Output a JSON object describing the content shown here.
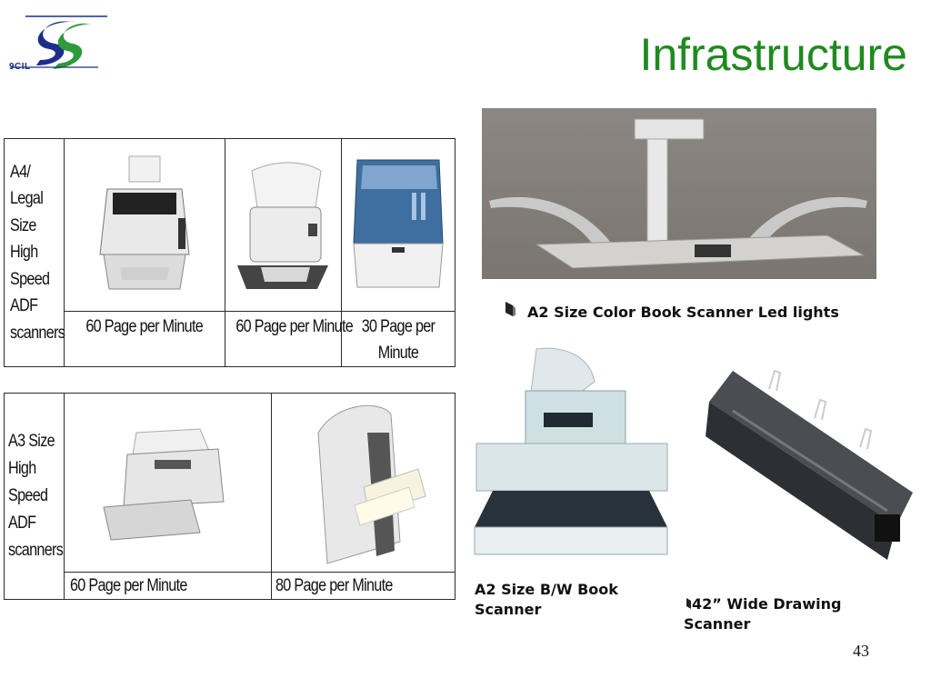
{
  "header": {
    "title": "Infrastructure",
    "logo_text": "9CIL"
  },
  "table_a4": {
    "label_lines": [
      "A4/",
      "Legal",
      "Size",
      "High",
      "Speed",
      "ADF",
      "scanners"
    ],
    "speeds": [
      "60 Page per Minute",
      "60 Page per Minute",
      "30 Page per Minute"
    ]
  },
  "table_a3": {
    "label_lines": [
      "A3 Size",
      "High",
      "Speed",
      "ADF",
      "scanners"
    ],
    "speeds": [
      "60 Page per Minute",
      "80 Page per Minute"
    ]
  },
  "captions": {
    "book_color": "A2 Size Color Book Scanner Led lights",
    "book_bw": "A2 Size B/W Book Scanner",
    "drawing": "42” Wide Drawing Scanner"
  },
  "page_number": "43",
  "colors": {
    "title": "#1f8a1f",
    "logo_blue": "#1d2f8a",
    "logo_green": "#2e9a3a"
  }
}
